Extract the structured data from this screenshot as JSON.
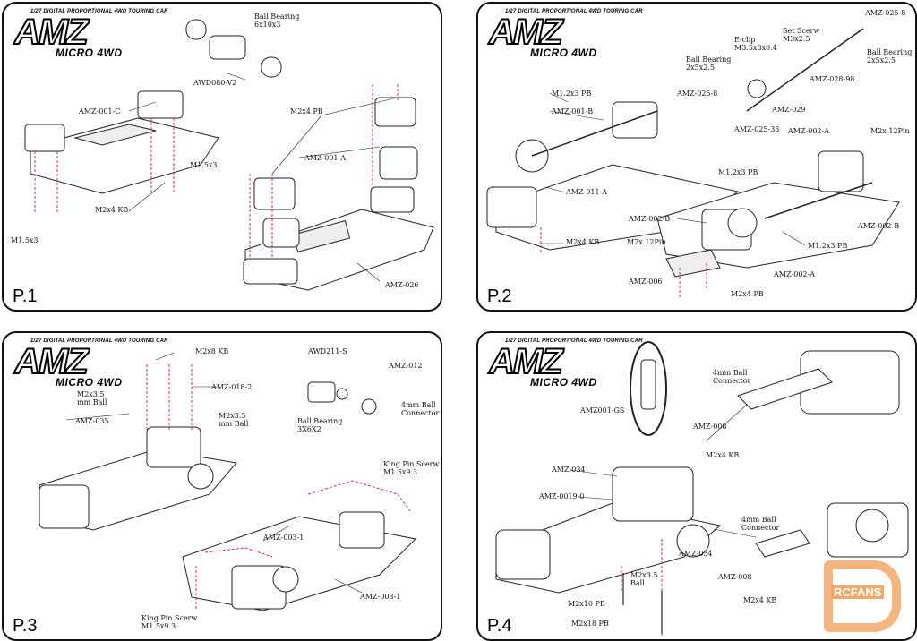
{
  "brand": {
    "tagline": "1/27 DIGITAL PROPORTIONAL 4WD TOURING CAR",
    "logo": "AMZ",
    "subtitle": "MICRO 4WD"
  },
  "watermark": {
    "text": "RCFANS"
  },
  "panels": [
    {
      "page": "P.1",
      "labels": [
        "Ball Bearing\n6x10x3",
        "AWD080-V2",
        "AMZ-001-C",
        "M2x4 PB",
        "M1.5x3",
        "AMZ-001-A",
        "M2x4 KB",
        "M1.5x3",
        "AMZ-026"
      ]
    },
    {
      "page": "P.2",
      "labels": [
        "AMZ-025-8",
        "Set Scerw\nM3x2.5",
        "E-clip\nM3.5x8x0.4",
        "Ball Bearing\n2x5x2.5",
        "Ball Bearing\n2x5x2.5",
        "AMZ-028-98",
        "M1.2x3 PB",
        "AMZ-025-8",
        "AMZ-029",
        "AMZ-001-B",
        "AMZ-025-33",
        "AMZ-002-A",
        "M2x 12Pin",
        "M1.2x3 PB",
        "AMZ-011-A",
        "AMZ-002-B",
        "AMZ-002-B",
        "M2x4 KB",
        "M2x 12Pin",
        "M1.2x3 PB",
        "AMZ-006",
        "AMZ-002-A",
        "M2x4 PB"
      ]
    },
    {
      "page": "P.3",
      "labels": [
        "M2x8 KB",
        "AWD211-S",
        "AMZ-012",
        "AMZ-018-2",
        "M2x3.5\nmm Ball",
        "AMZ-035",
        "M2x3.5\nmm Ball",
        "4mm Ball\nConnector",
        "Ball Bearing\n3X6X2",
        "King Pin Scerw\nM1.5x9.3",
        "AMZ-003-1",
        "AMZ-003-1",
        "King Pin Scerw\nM1.5x9.3"
      ]
    },
    {
      "page": "P.4",
      "labels": [
        "AMZ001-GS",
        "4mm Ball\nConnector",
        "AMZ-008",
        "M2x4 KB",
        "AMZ-034",
        "AMZ-0019-0",
        "AMZ-034",
        "4mm Ball\nConnector",
        "M2x3.5\nBall",
        "AMZ-008",
        "M2x10 PB",
        "M2x4 KB",
        "M2x18 PB"
      ]
    }
  ]
}
